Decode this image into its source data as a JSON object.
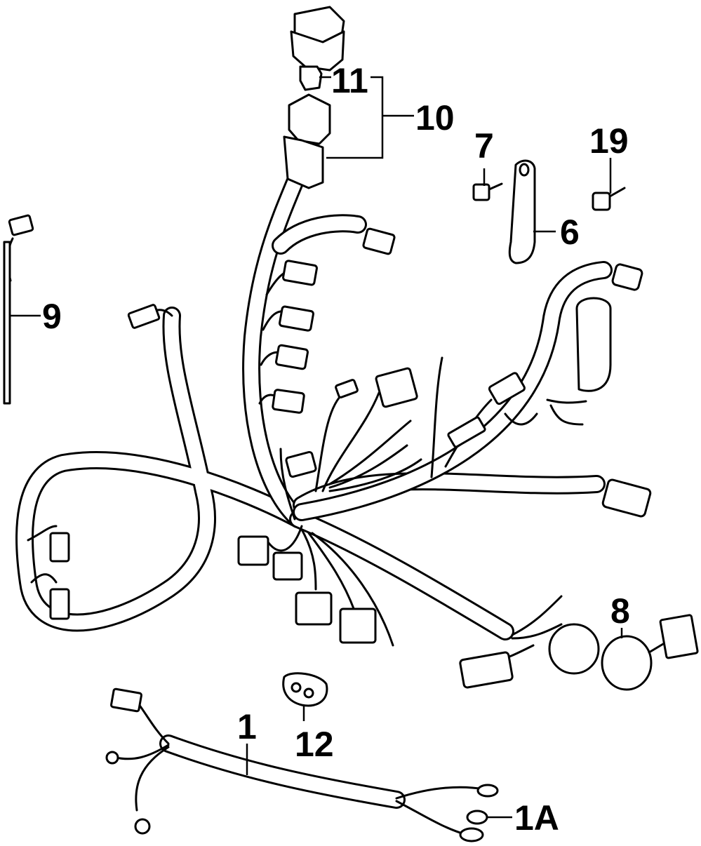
{
  "callouts": [
    {
      "id": "c1",
      "label": "1"
    },
    {
      "id": "c1a",
      "label": "1A"
    },
    {
      "id": "c6",
      "label": "6"
    },
    {
      "id": "c7",
      "label": "7"
    },
    {
      "id": "c8",
      "label": "8"
    },
    {
      "id": "c9",
      "label": "9"
    },
    {
      "id": "c10",
      "label": "10"
    },
    {
      "id": "c11",
      "label": "11"
    },
    {
      "id": "c12",
      "label": "12"
    },
    {
      "id": "c19",
      "label": "19"
    }
  ]
}
